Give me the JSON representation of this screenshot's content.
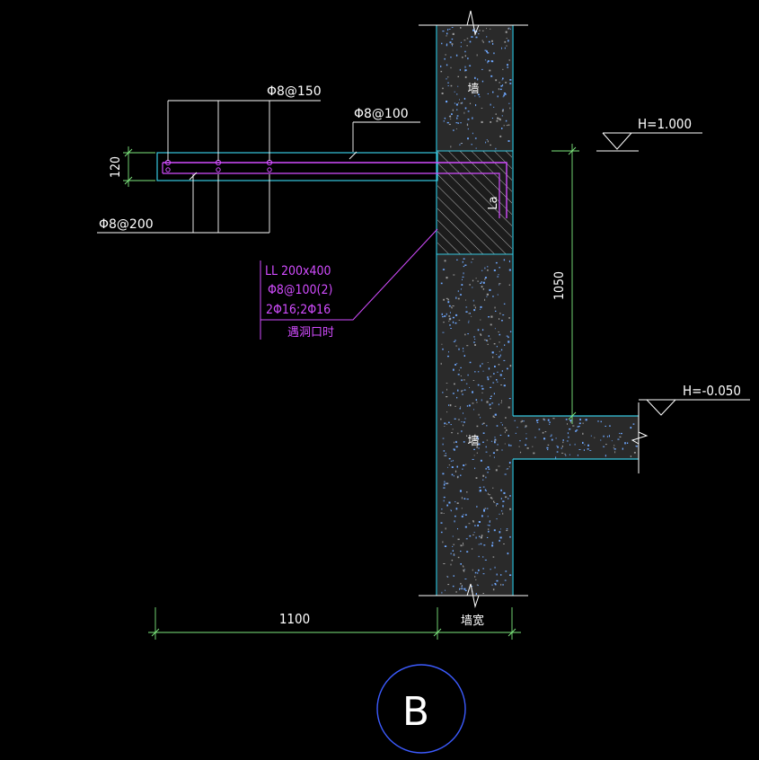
{
  "colors": {
    "background": "#000000",
    "wall_fill": "#2b2b2b",
    "wall_edge": "#37c8e0",
    "speckle": "#6fa8ff",
    "rebar": "#ffffff",
    "beam_note": "#d24cff",
    "dimension": "#7ee87e",
    "elevation": "#ffffff",
    "marker_circle": "#3c5bff",
    "marker_text": "#ffffff",
    "hatch": "#ffffff"
  },
  "rebar_labels": {
    "top_spacing": "Φ8@150",
    "slab_spacing": "Φ8@100",
    "bottom_spacing": "Φ8@200"
  },
  "beam_note": {
    "lines": [
      "LL 200x400",
      "Φ8@100(2)",
      "2Φ16;2Φ16",
      "遇洞口时"
    ]
  },
  "anchorage_label": "La",
  "wall_labels": {
    "upper": "墙",
    "lower": "墙"
  },
  "dimensions": {
    "slab_thickness": "120",
    "cantilever_length": "1100",
    "wall_width": "墙宽",
    "height_difference": "1050"
  },
  "elevations": {
    "upper": "H=1.000",
    "lower": "H=-0.050"
  },
  "detail_marker": "B"
}
